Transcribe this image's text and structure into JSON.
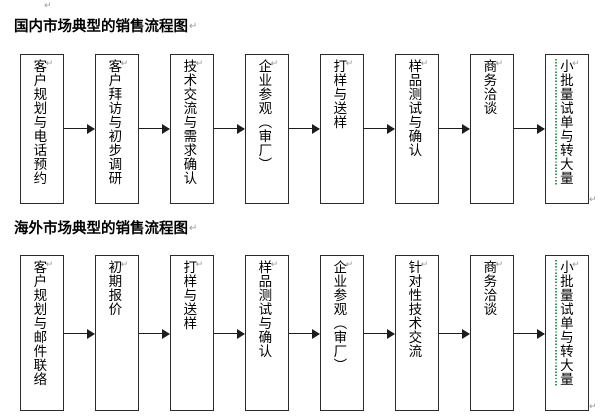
{
  "document": {
    "pilcrow_glyph": "↵",
    "edge_marks": [
      "↵",
      "↵",
      "↵"
    ]
  },
  "sections": [
    {
      "id": "domestic",
      "title": "国内市场典型的销售流程图",
      "nodes": [
        {
          "label": "客户规划与电话预约",
          "spell_error": false
        },
        {
          "label": "客户拜访与初步调研",
          "spell_error": false
        },
        {
          "label": "技术交流与需求确认",
          "spell_error": false
        },
        {
          "label": "企业参观（审厂）",
          "spell_error": false
        },
        {
          "label": "打样与送样",
          "spell_error": false
        },
        {
          "label": "样品测试与确认",
          "spell_error": false
        },
        {
          "label": "商务洽谈",
          "spell_error": false
        },
        {
          "label": "小批量试单与转大量",
          "spell_error": true
        }
      ]
    },
    {
      "id": "overseas",
      "title": "海外市场典型的销售流程图",
      "nodes": [
        {
          "label": "客户规划与邮件联络",
          "spell_error": false
        },
        {
          "label": "初期报价",
          "spell_error": false
        },
        {
          "label": "打样与送样",
          "spell_error": false
        },
        {
          "label": "样品测试与确认",
          "spell_error": false
        },
        {
          "label": "企业参观（审厂）",
          "spell_error": false
        },
        {
          "label": "针对性技术交流",
          "spell_error": false
        },
        {
          "label": "商务洽谈",
          "spell_error": false
        },
        {
          "label": "小批量试单与转大量",
          "spell_error": true
        }
      ]
    }
  ],
  "colors": {
    "box_border": "#2b2b2b",
    "arrow": "#1d1d1d",
    "text": "#000000",
    "spell_underline": "#2fa14d",
    "pilcrow": "#9a9a9a",
    "background": "#ffffff"
  }
}
